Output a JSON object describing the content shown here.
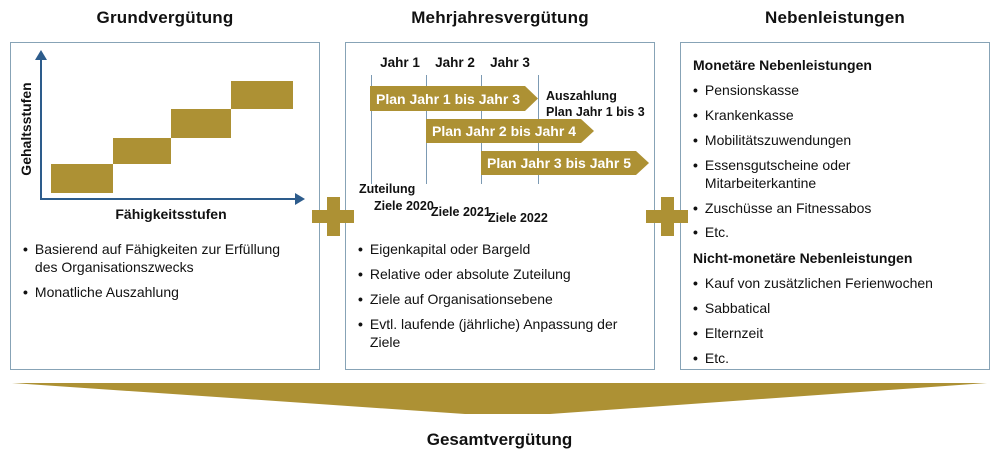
{
  "colors": {
    "gold": "#ad9134",
    "axis_blue": "#2d5c8c",
    "box_border": "#87a3b6",
    "text": "#111111",
    "arrow_label": "#ffffff"
  },
  "grund": {
    "title": "Grundvergütung",
    "chart": {
      "type": "step-bars",
      "ylabel": "Gehaltsstufen",
      "xlabel": "Fähigkeitsstufen",
      "steps": 4
    },
    "bullets": [
      "Basierend auf Fähigkeiten zur Erfüllung des Organisationszwecks",
      "Monatliche Auszahlung"
    ]
  },
  "mehrjahres": {
    "title": "Mehrjahresvergütung",
    "years": [
      "Jahr 1",
      "Jahr 2",
      "Jahr 3"
    ],
    "plans": [
      "Plan Jahr 1 bis Jahr 3",
      "Plan Jahr 2 bis Jahr 4",
      "Plan Jahr 3 bis Jahr 5"
    ],
    "payout_note": "Auszahlung Plan Jahr 1 bis 3",
    "zuteilung": "Zuteilung",
    "ziele": [
      "Ziele 2020",
      "Ziele 2021",
      "Ziele 2022"
    ],
    "bullets": [
      "Eigenkapital oder Bargeld",
      "Relative oder absolute Zuteilung",
      "Ziele auf Organisationsebene",
      "Evtl. laufende (jährliche) Anpassung der Ziele"
    ]
  },
  "neben": {
    "title": "Nebenleistungen",
    "monetary_heading": "Monetäre Nebenleistungen",
    "monetary_items": [
      "Pensionskasse",
      "Krankenkasse",
      "Mobilitätszuwendungen",
      "Essensgutscheine oder Mitarbeiterkantine",
      "Zuschüsse an Fitnessabos",
      "Etc."
    ],
    "non_monetary_heading": "Nicht-monetäre Nebenleistungen",
    "non_monetary_items": [
      "Kauf von zusätzlichen Ferienwochen",
      "Sabbatical",
      "Elternzeit",
      "Etc."
    ]
  },
  "footer": {
    "title": "Gesamtvergütung"
  }
}
